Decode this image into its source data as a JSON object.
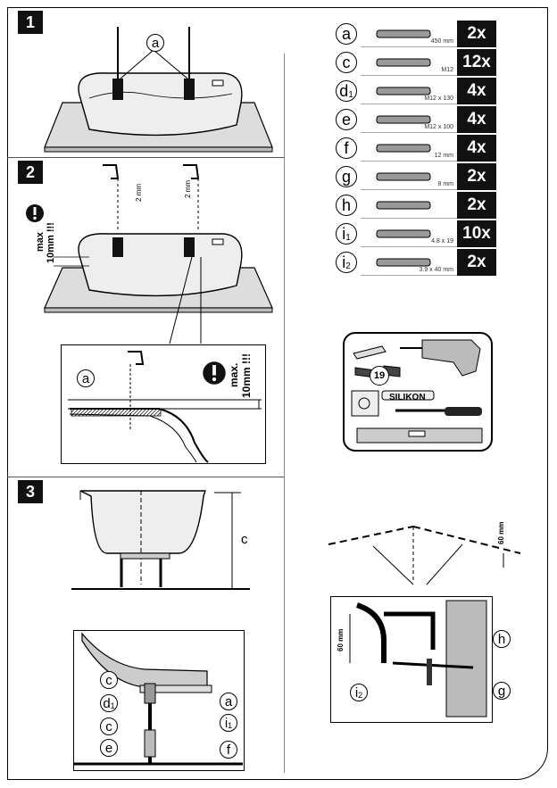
{
  "steps": {
    "one": "1",
    "two": "2",
    "three": "3"
  },
  "parts": [
    {
      "letter": "a",
      "sub": "",
      "spec": "450 mm",
      "qty": "2x",
      "icon": "bracket-rail-icon"
    },
    {
      "letter": "c",
      "sub": "",
      "spec": "M12",
      "qty": "12x",
      "icon": "nut-icon"
    },
    {
      "letter": "d",
      "sub": "1",
      "spec": "M12 x 130",
      "qty": "4x",
      "icon": "threaded-rod-icon"
    },
    {
      "letter": "e",
      "sub": "",
      "spec": "M12 x 100",
      "qty": "4x",
      "icon": "leg-screw-icon"
    },
    {
      "letter": "f",
      "sub": "",
      "spec": "12 mm",
      "qty": "4x",
      "icon": "washer-icon"
    },
    {
      "letter": "g",
      "sub": "",
      "spec": "8 mm",
      "qty": "2x",
      "icon": "wall-plug-icon"
    },
    {
      "letter": "h",
      "sub": "",
      "spec": "",
      "qty": "2x",
      "icon": "wall-hook-icon"
    },
    {
      "letter": "i",
      "sub": "1",
      "spec": "4.8 x 19",
      "qty": "10x",
      "icon": "wood-screw-icon"
    },
    {
      "letter": "i",
      "sub": "2",
      "spec": "3.9 x 40 mm",
      "qty": "2x",
      "icon": "wall-screw-icon"
    }
  ],
  "step1": {
    "label_a": "a"
  },
  "step2": {
    "max_left_1": "max",
    "max_left_2": "10mm !!!",
    "drill_mm_1": "2 mm",
    "drill_mm_2": "2 mm",
    "detail_a": "a",
    "max_right_1": "max.",
    "max_right_2": "10mm !!!"
  },
  "tools": {
    "wrench_size": "19",
    "silicone": "SILIKON"
  },
  "step3": {
    "dim_c": "c",
    "labels": [
      {
        "letter": "c",
        "sub": ""
      },
      {
        "letter": "d",
        "sub": "1"
      },
      {
        "letter": "c",
        "sub": ""
      },
      {
        "letter": "e",
        "sub": ""
      },
      {
        "letter": "a",
        "sub": ""
      },
      {
        "letter": "i",
        "sub": "1"
      },
      {
        "letter": "f",
        "sub": ""
      }
    ]
  },
  "wall": {
    "mm60_top": "60 mm",
    "mm60_side": "60 mm",
    "label_h": "h",
    "label_g": "g",
    "label_i": "i",
    "label_i_sub": "2"
  }
}
